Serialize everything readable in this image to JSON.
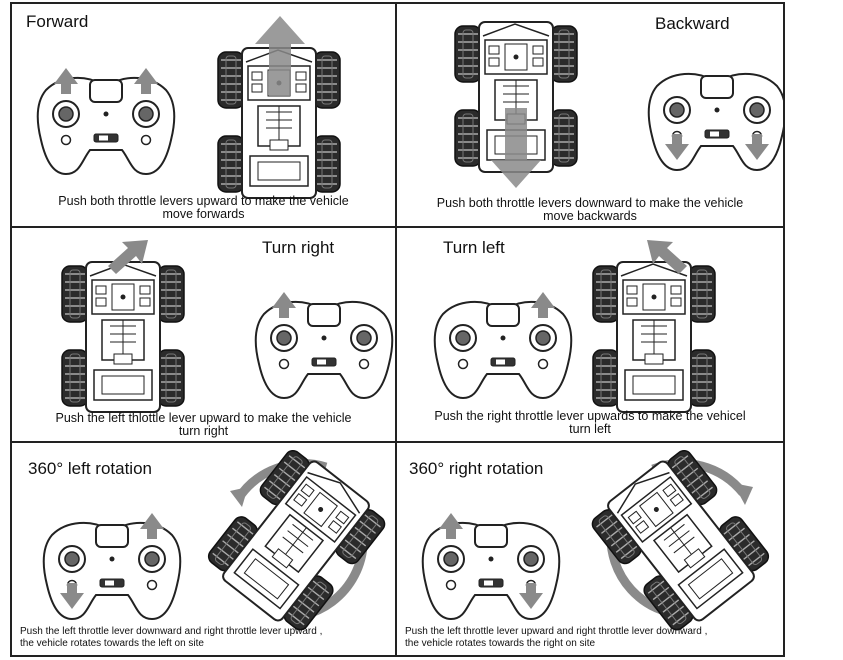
{
  "panels": [
    {
      "title": "Forward",
      "caption_line1": "Push both throttle levers upward to make the vehicle",
      "caption_line2": "move forwards",
      "icons": [
        "remote-controller-icon",
        "rc-vehicle-icon",
        "arrow-up-icon"
      ]
    },
    {
      "title": "Backward",
      "caption_line1": "Push both throttle levers downward to make the vehicle",
      "caption_line2": "move backwards",
      "icons": [
        "remote-controller-icon",
        "rc-vehicle-icon",
        "arrow-down-icon"
      ]
    },
    {
      "title": "Turn right",
      "caption_line1": "Push the left thlottle lever upward to make the vehicle",
      "caption_line2": "turn right",
      "icons": [
        "remote-controller-icon",
        "rc-vehicle-icon",
        "arrow-up-right-icon"
      ]
    },
    {
      "title": "Turn left",
      "caption_line1": "Push the right throttle lever upwards to make the vehicel",
      "caption_line2": "turn left",
      "icons": [
        "remote-controller-icon",
        "rc-vehicle-icon",
        "arrow-up-left-icon"
      ]
    },
    {
      "title": "360° left rotation",
      "caption_line1": "Push the left throttle lever downward and right throttle lever upward ,",
      "caption_line2": "the vehicle rotates towards the left on site",
      "icons": [
        "remote-controller-icon",
        "rc-vehicle-icon",
        "rotate-arrows-icon"
      ]
    },
    {
      "title": "360° right rotation",
      "caption_line1": "Push the left throttle lever upward and right throttle lever downward ,",
      "caption_line2": "the vehicle rotates towards the right on site",
      "icons": [
        "remote-controller-icon",
        "rc-vehicle-icon",
        "rotate-arrows-icon"
      ]
    }
  ],
  "colors": {
    "line": "#222222",
    "arrow": "#8a8a8a",
    "tire": "#2b2b2b"
  }
}
